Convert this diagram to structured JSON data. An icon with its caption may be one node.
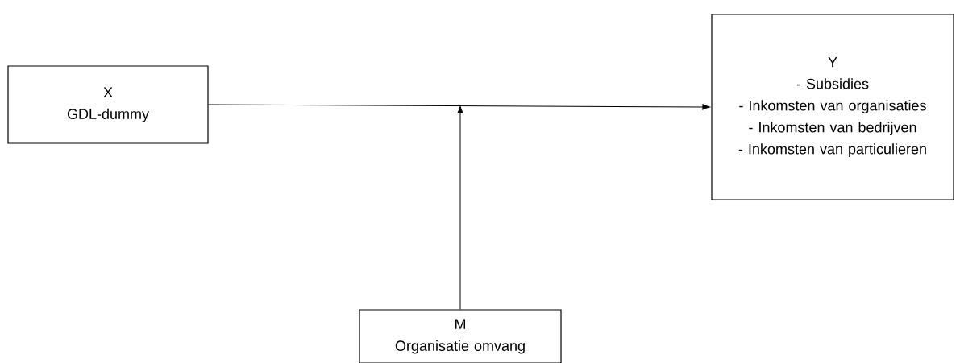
{
  "diagram": {
    "nodes": [
      {
        "text": [
          "X",
          "GDL-dummy"
        ]
      },
      {
        "text": [
          "Y",
          "- Subsidies",
          "- Inkomsten van organisaties",
          "- Inkomsten van bedrijven",
          "- Inkomsten van particulieren"
        ]
      },
      {
        "text": [
          "M",
          "Organisatie omvang"
        ]
      }
    ],
    "edges": [
      {
        "from": 0,
        "to": 1,
        "arrow": "to"
      },
      {
        "from": 2,
        "to": null,
        "arrow": "to"
      }
    ]
  }
}
